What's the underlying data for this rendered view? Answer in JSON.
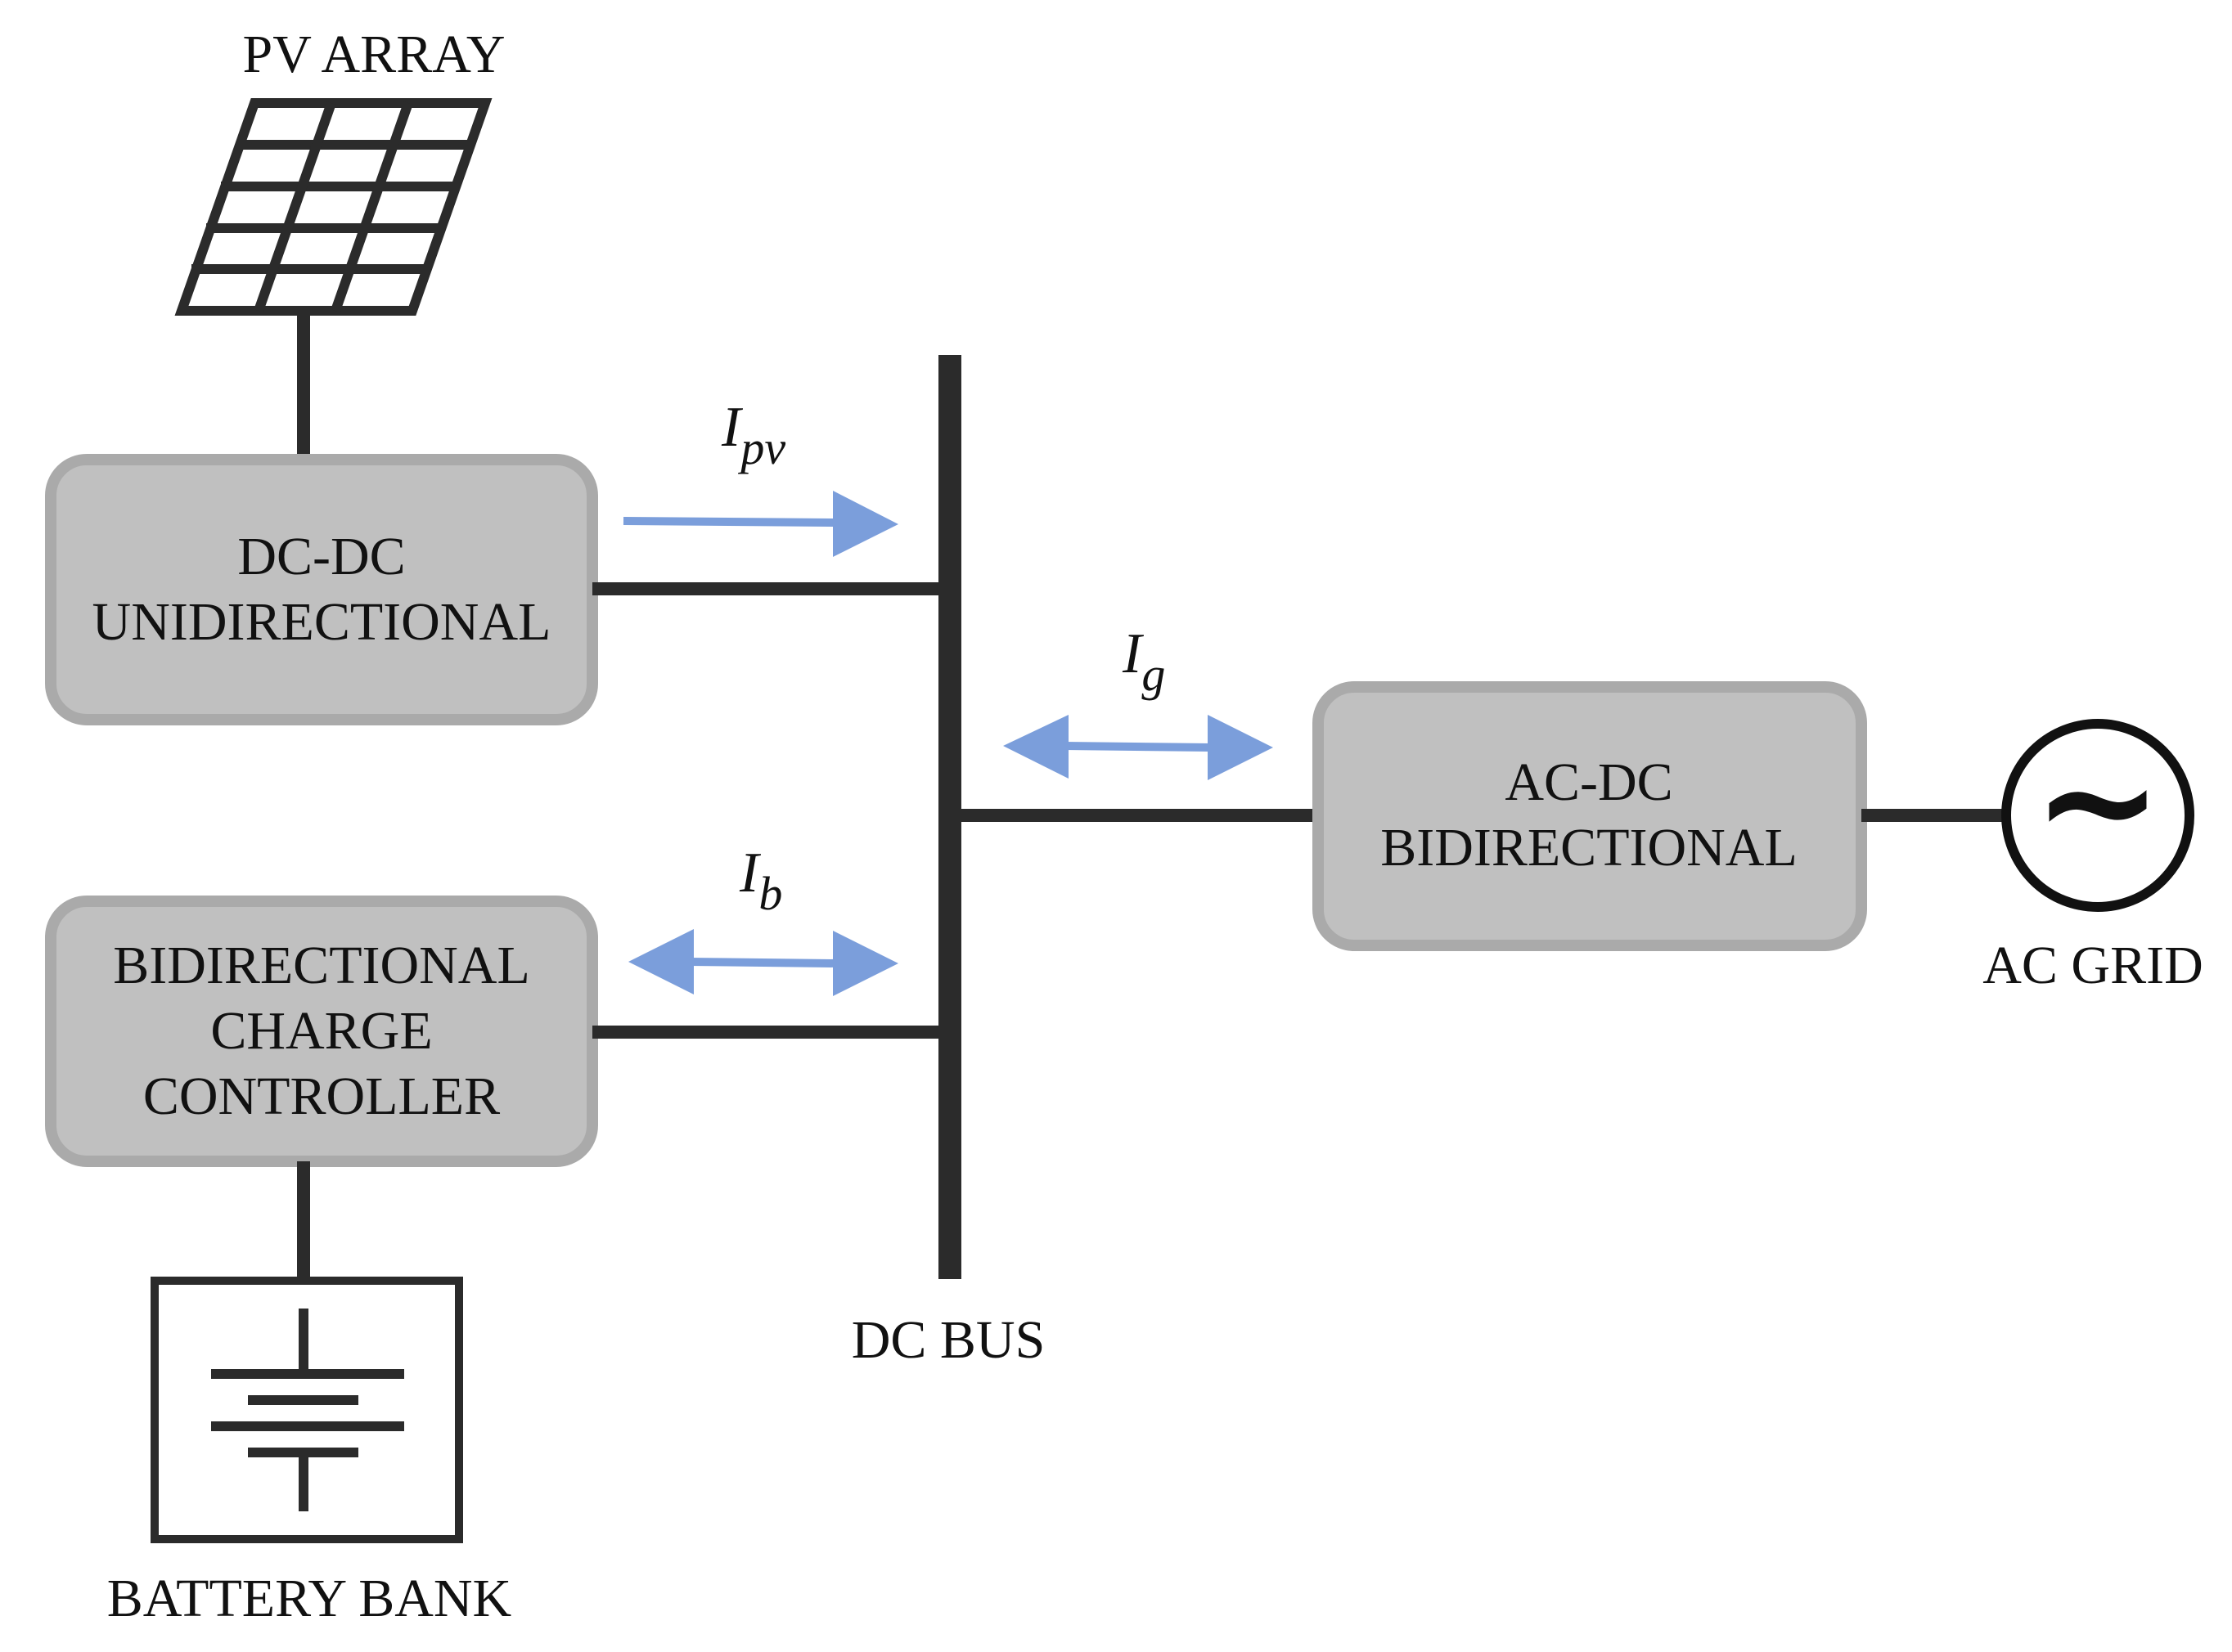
{
  "labels": {
    "pv_array": "PV ARRAY",
    "battery_bank": "BATTERY BANK",
    "dc_bus": "DC BUS",
    "ac_grid": "AC GRID"
  },
  "blocks": {
    "dcdc": {
      "line1": "DC-DC",
      "line2": "UNIDIRECTIONAL"
    },
    "charge": {
      "line1": "BIDIRECTIONAL",
      "line2": "CHARGE",
      "line3": "CONTROLLER"
    },
    "acdc": {
      "line1": "AC-DC",
      "line2": "BIDIRECTIONAL"
    }
  },
  "currents": {
    "pv": {
      "main": "I",
      "sub": "pv"
    },
    "grid": {
      "main": "I",
      "sub": "g"
    },
    "battery": {
      "main": "I",
      "sub": "b"
    }
  },
  "ac_symbol": "~",
  "colors": {
    "line": "#2b2b2b",
    "block_fill": "#c0c0c0",
    "block_border": "#aaaaaa",
    "flow_arrow": "#7b9edb"
  }
}
